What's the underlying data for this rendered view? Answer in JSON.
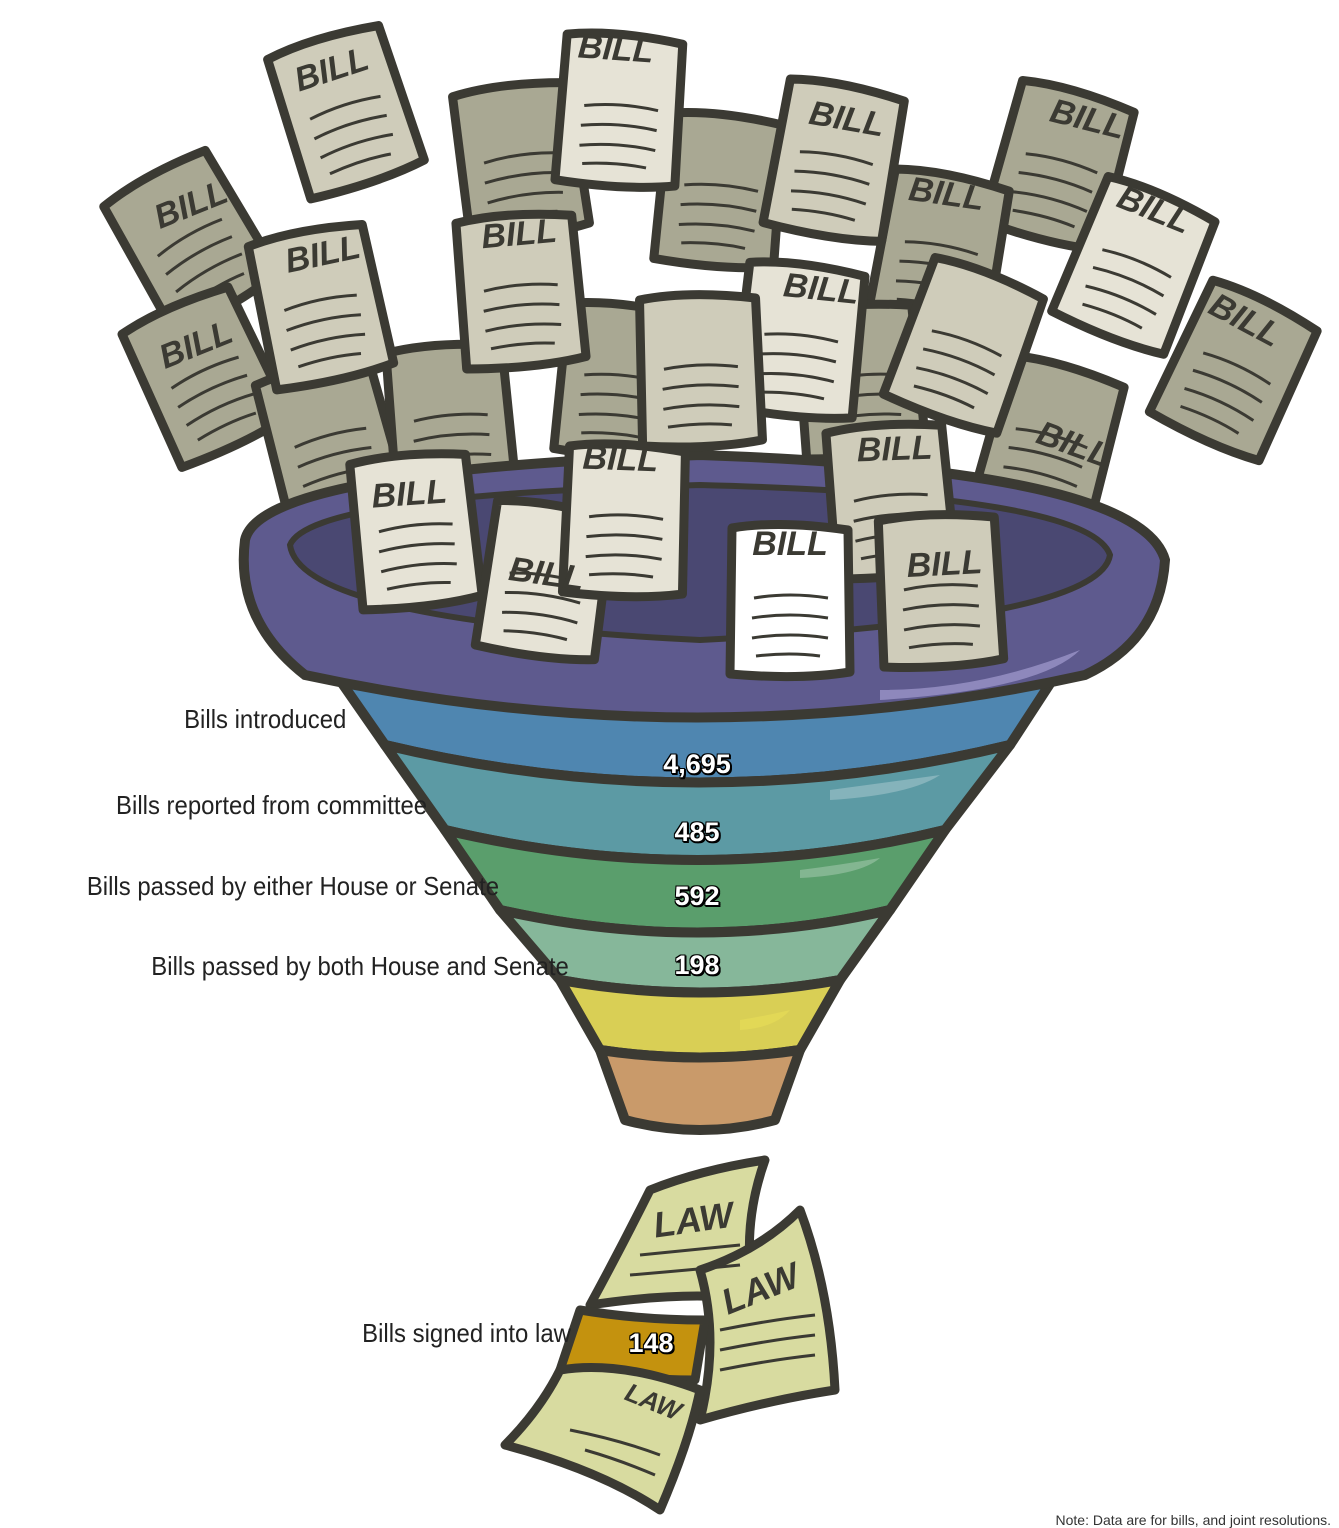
{
  "stages": [
    {
      "label": "Bills introduced",
      "value": "4,695"
    },
    {
      "label": "Bills reported from committee",
      "value": "485"
    },
    {
      "label": "Bills passed by either House or Senate",
      "value": "592"
    },
    {
      "label": "Bills passed by both House and Senate",
      "value": "198"
    },
    {
      "label": "Bills signed into law",
      "value": "148"
    }
  ],
  "paper_text": {
    "bill": "BILL",
    "law": "LAW"
  },
  "note": "Note: Data are for bills, and joint resolutions.",
  "colors": {
    "rim": "#5e5a8e",
    "band_introduced": "#4f86b0",
    "band_reported": "#5c9aa4",
    "band_either": "#5a9e6c",
    "band_both": "#86b79a",
    "band_yellow": "#d9cf55",
    "band_tip": "#c99a6a",
    "paper_light": "#e6e3d6",
    "paper_mid": "#cfccba",
    "paper_dark": "#a9a893",
    "law_paper": "#d8dba0",
    "law_band": "#c4920e",
    "outline": "#3b3a33"
  }
}
